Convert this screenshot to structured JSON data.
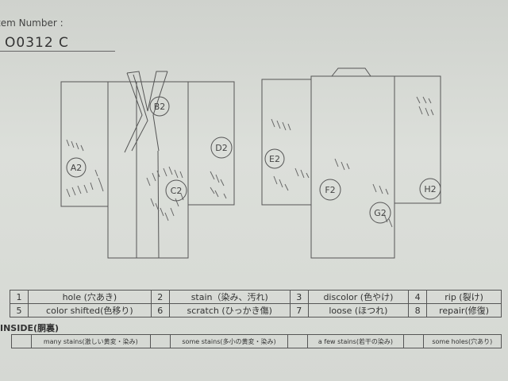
{
  "header": {
    "item_number_label": "tem Number :",
    "item_number_value": "O0312  C"
  },
  "diagram_marks": {
    "front": [
      "B2",
      "A2",
      "C2",
      "D2"
    ],
    "back": [
      "E2",
      "F2",
      "G2",
      "H2"
    ]
  },
  "legend": {
    "rows": [
      [
        {
          "num": "1",
          "label": "hole (穴あき)"
        },
        {
          "num": "2",
          "label": "stain（染み、汚れ)"
        },
        {
          "num": "3",
          "label": "discolor (色やけ)"
        },
        {
          "num": "4",
          "label": "rip (裂け)"
        }
      ],
      [
        {
          "num": "5",
          "label": "color shifted(色移り)"
        },
        {
          "num": "6",
          "label": "scratch (ひっかき傷)"
        },
        {
          "num": "7",
          "label": "loose (ほつれ)"
        },
        {
          "num": "8",
          "label": "repair(修復)"
        }
      ]
    ]
  },
  "inside": {
    "title": "INSIDE(胴裏)",
    "items": [
      "many stains(激しい黄変・染み)",
      "some stains(多小の黄変・染み)",
      "a few stains(若干の染み)",
      "some holes(穴あり)"
    ]
  }
}
